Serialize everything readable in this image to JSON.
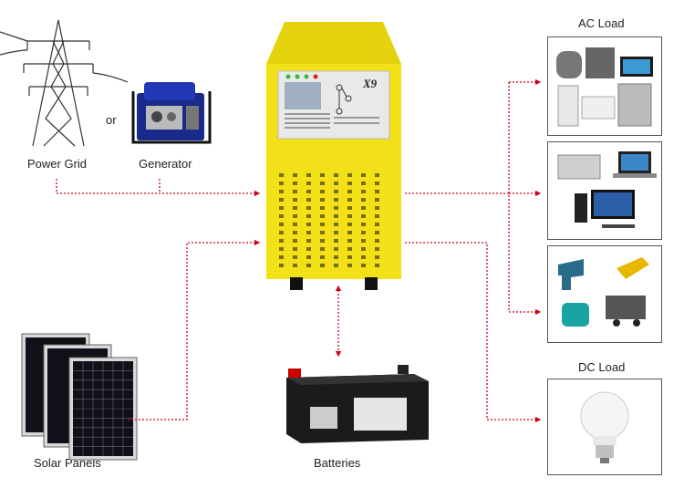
{
  "sources": {
    "power_grid": "Power Grid",
    "or": "or",
    "generator": "Generator",
    "solar_panels": "Solar Panels"
  },
  "inverter": {
    "model": "X9"
  },
  "batteries": "Batteries",
  "loads": {
    "ac_title": "AC Load",
    "dc_title": "DC Load"
  },
  "colors": {
    "arrow": "#d0021b",
    "inverter_body": "#f2e018",
    "inverter_dark": "#c8b60a"
  }
}
